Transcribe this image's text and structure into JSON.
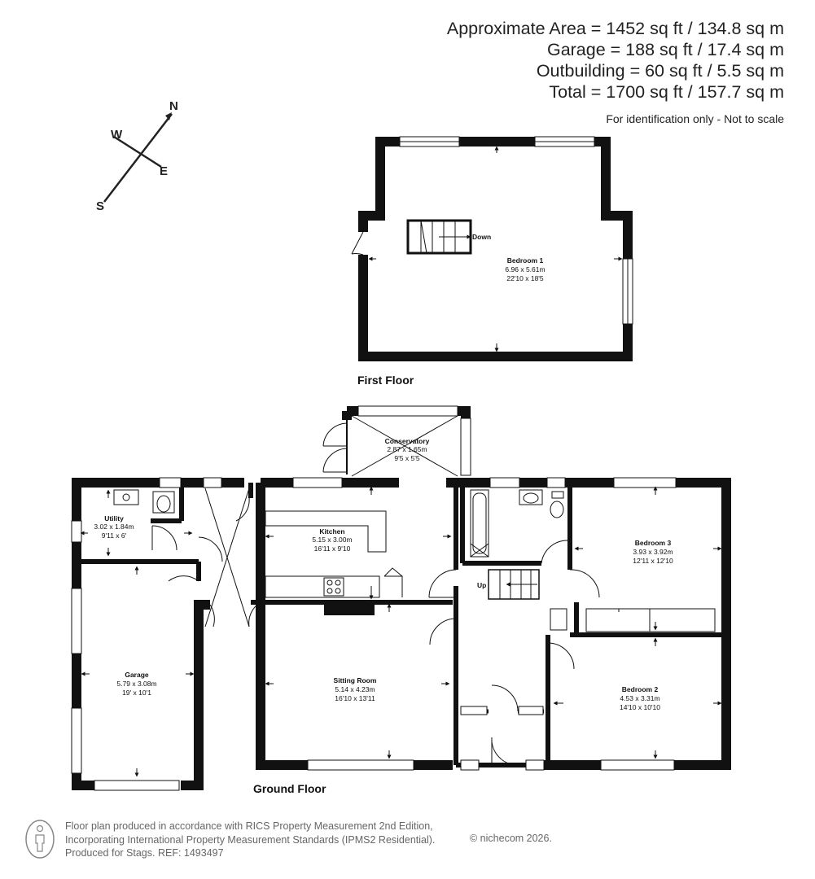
{
  "header": {
    "approx_area": "Approximate Area = 1452 sq ft / 134.8 sq m",
    "garage_area": "Garage = 188 sq ft / 17.4 sq m",
    "outbuilding_area": "Outbuilding = 60 sq ft / 5.5 sq m",
    "total_area": "Total = 1700 sq ft / 157.7 sq m",
    "note": "For identification only - Not to scale"
  },
  "compass": {
    "n": "N",
    "s": "S",
    "e": "E",
    "w": "W"
  },
  "first_floor": {
    "label": "First Floor",
    "stairs_label": "Down",
    "bedroom1": {
      "name": "Bedroom 1",
      "metric": "6.96 x 5.61m",
      "imperial": "22'10 x 18'5"
    }
  },
  "ground_floor": {
    "label": "Ground Floor",
    "stairs_label": "Up",
    "conservatory": {
      "name": "Conservatory",
      "metric": "2.87 x 1.65m",
      "imperial": "9'5 x 5'5"
    },
    "utility": {
      "name": "Utility",
      "metric": "3.02 x 1.84m",
      "imperial": "9'11 x 6'"
    },
    "kitchen": {
      "name": "Kitchen",
      "metric": "5.15 x 3.00m",
      "imperial": "16'11 x 9'10"
    },
    "garage": {
      "name": "Garage",
      "metric": "5.79 x 3.08m",
      "imperial": "19' x 10'1"
    },
    "sitting_room": {
      "name": "Sitting Room",
      "metric": "5.14 x 4.23m",
      "imperial": "16'10 x 13'11"
    },
    "bedroom3": {
      "name": "Bedroom 3",
      "metric": "3.93 x 3.92m",
      "imperial": "12'11 x 12'10"
    },
    "bedroom2": {
      "name": "Bedroom 2",
      "metric": "4.53 x 3.31m",
      "imperial": "14'10 x 10'10"
    }
  },
  "footer": {
    "line1": "Floor plan produced in accordance with RICS Property Measurement 2nd Edition,",
    "line2": "Incorporating International Property Measurement Standards (IPMS2 Residential).",
    "line3": "Produced for Stags.   REF: 1493497",
    "brand": "© nichecom 2026."
  }
}
